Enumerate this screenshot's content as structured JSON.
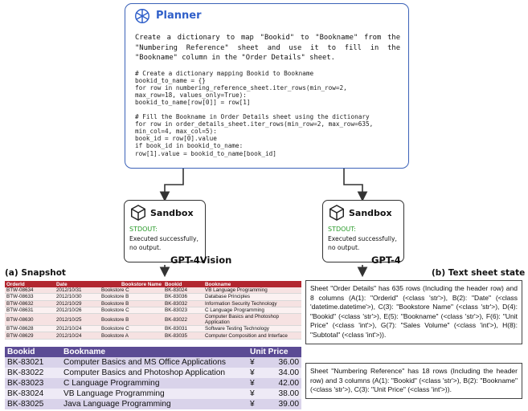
{
  "planner": {
    "title": "Planner",
    "instruction": "Create a dictionary to map \"Bookid\" to \"Bookname\" from the \"Numbering Reference\" sheet and use it to fill in the \"Bookname\" column in the \"Order Details\" sheet.",
    "code": "# Create a dictionary mapping Bookid to Bookname\nbookid_to_name = {}\nfor row in numbering_reference_sheet.iter_rows(min_row=2,\nmax_row=18, values_only=True):\nbookid_to_name[row[0]] = row[1]\n\n# Fill the Bookname in Order Details sheet using the dictionary\nfor row in order_details_sheet.iter_rows(min_row=2, max_row=635,\nmin_col=4, max_col=5):\nbook_id = row[0].value\nif book_id in bookid_to_name:\nrow[1].value = bookid_to_name[book_id]"
  },
  "sandbox_left": {
    "title": "Sandbox",
    "stdout_label": "STDOUT:",
    "output": "Executed successfully, no output."
  },
  "sandbox_right": {
    "title": "Sandbox",
    "stdout_label": "STDOUT:",
    "output": "Executed successfully, no output."
  },
  "models": {
    "left": "GPT-4Vision",
    "right": "GPT-4"
  },
  "sections": {
    "snapshot": "(a) Snapshot",
    "text_state": "(b) Text sheet state"
  },
  "order_table": {
    "headers": [
      "OrderId",
      "Date",
      "Bookstore Name",
      "Bookid",
      "Bookname"
    ],
    "rows": [
      [
        "BTW-08634",
        "2012/10/31",
        "Bookstore C",
        "BK-83024",
        "VB Language Programming"
      ],
      [
        "BTW-08633",
        "2012/10/30",
        "Bookstore B",
        "BK-83036",
        "Database Principles"
      ],
      [
        "BTW-08632",
        "2012/10/29",
        "Bookstore B",
        "BK-83032",
        "Information Security Technology"
      ],
      [
        "BTW-08631",
        "2012/10/26",
        "Bookstore C",
        "BK-83023",
        "C Language Programming"
      ],
      [
        "BTW-08630",
        "2012/10/25",
        "Bookstore B",
        "BK-83022",
        "Computer Basics and Photoshop Application"
      ],
      [
        "BTW-08628",
        "2012/10/24",
        "Bookstore C",
        "BK-83031",
        "Software Testing Technology"
      ],
      [
        "BTW-08629",
        "2012/10/24",
        "Bookstore A",
        "BK-83035",
        "Computer Composition and Interface"
      ]
    ]
  },
  "book_table": {
    "headers": [
      "Bookid",
      "Bookname",
      "Unit Price"
    ],
    "rows": [
      [
        "BK-83021",
        "Computer Basics and MS Office Applications",
        "¥",
        "36.00"
      ],
      [
        "BK-83022",
        "Computer Basics and Photoshop Application",
        "¥",
        "34.00"
      ],
      [
        "BK-83023",
        "C Language Programming",
        "¥",
        "42.00"
      ],
      [
        "BK-83024",
        "VB Language Programming",
        "¥",
        "38.00"
      ],
      [
        "BK-83025",
        "Java Language Programming",
        "¥",
        "39.00"
      ]
    ]
  },
  "text_state": {
    "order_details": "Sheet \"Order Details\" has 635 rows (Including the header row) and 8 columns (A(1): \"Orderid\" (<class 'str'>), B(2): \"Date\" (<class 'datetime.datetime'>), C(3): \"Bookstore Name\" (<class 'str'>), D(4): \"Bookid\" (<class 'str'>), E(5): \"Bookname\" (<class 'str'>), F(6): \"Unit Price\" (<class 'int'>), G(7): \"Sales Volume\" (<class 'int'>), H(8): \"Subtotal\" (<class 'int'>)).",
    "numbering_reference": "Sheet \"Numbering Reference\" has 18 rows (Including the header row) and 3 columns (A(1): \"Bookid\" (<class 'str'>), B(2): \"Bookname\" (<class 'str'>), C(3): \"Unit Price\" (<class 'int'>))."
  },
  "colors": {
    "planner_border": "#3b62b8",
    "stdout_green": "#2a9a2a",
    "order_header": "#b2262f",
    "book_header": "#5b4b94"
  }
}
